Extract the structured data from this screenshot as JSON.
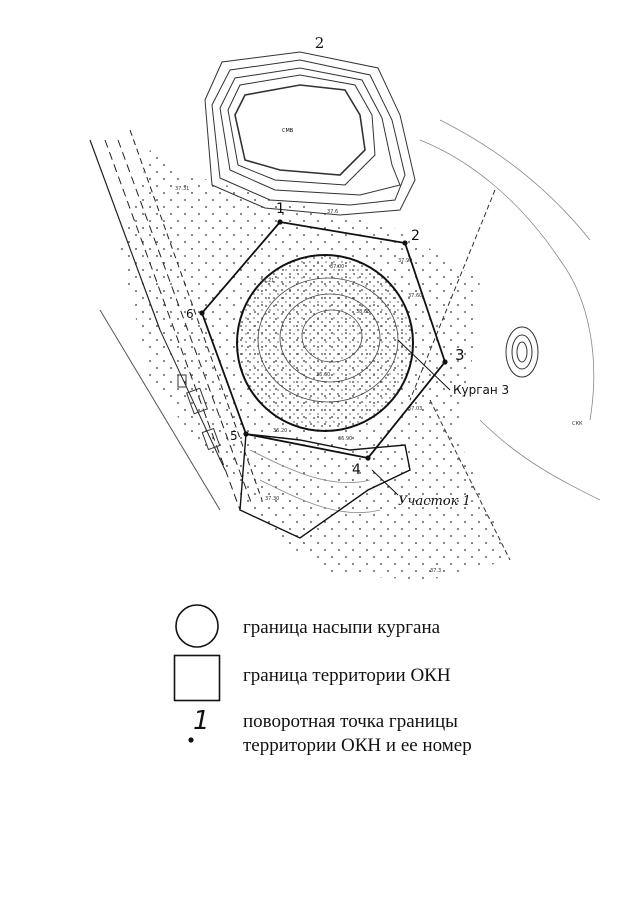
{
  "page_number": "2",
  "map": {
    "points": [
      {
        "n": "1"
      },
      {
        "n": "2"
      },
      {
        "n": "3"
      },
      {
        "n": "4"
      },
      {
        "n": "5"
      },
      {
        "n": "6"
      }
    ],
    "kurgan_label": "Курган 3",
    "area_label": "Участок 1",
    "elevations": [
      "37.31",
      "37.6",
      "37.90",
      "37.00",
      "37.60",
      "38.65",
      "36.21",
      "36.60",
      "36.90",
      "37.03",
      "36.20",
      "37.30",
      "37.3"
    ],
    "small_labels": [
      "СМВ",
      "СКК"
    ]
  },
  "legend": {
    "items": [
      {
        "symbol": "circle",
        "text": "граница насыпи кургана"
      },
      {
        "symbol": "square",
        "text": "граница территории ОКН"
      },
      {
        "symbol": "point",
        "number": "1",
        "text_line1": "поворотная точка границы",
        "text_line2": "территории ОКН и ее номер"
      }
    ]
  }
}
